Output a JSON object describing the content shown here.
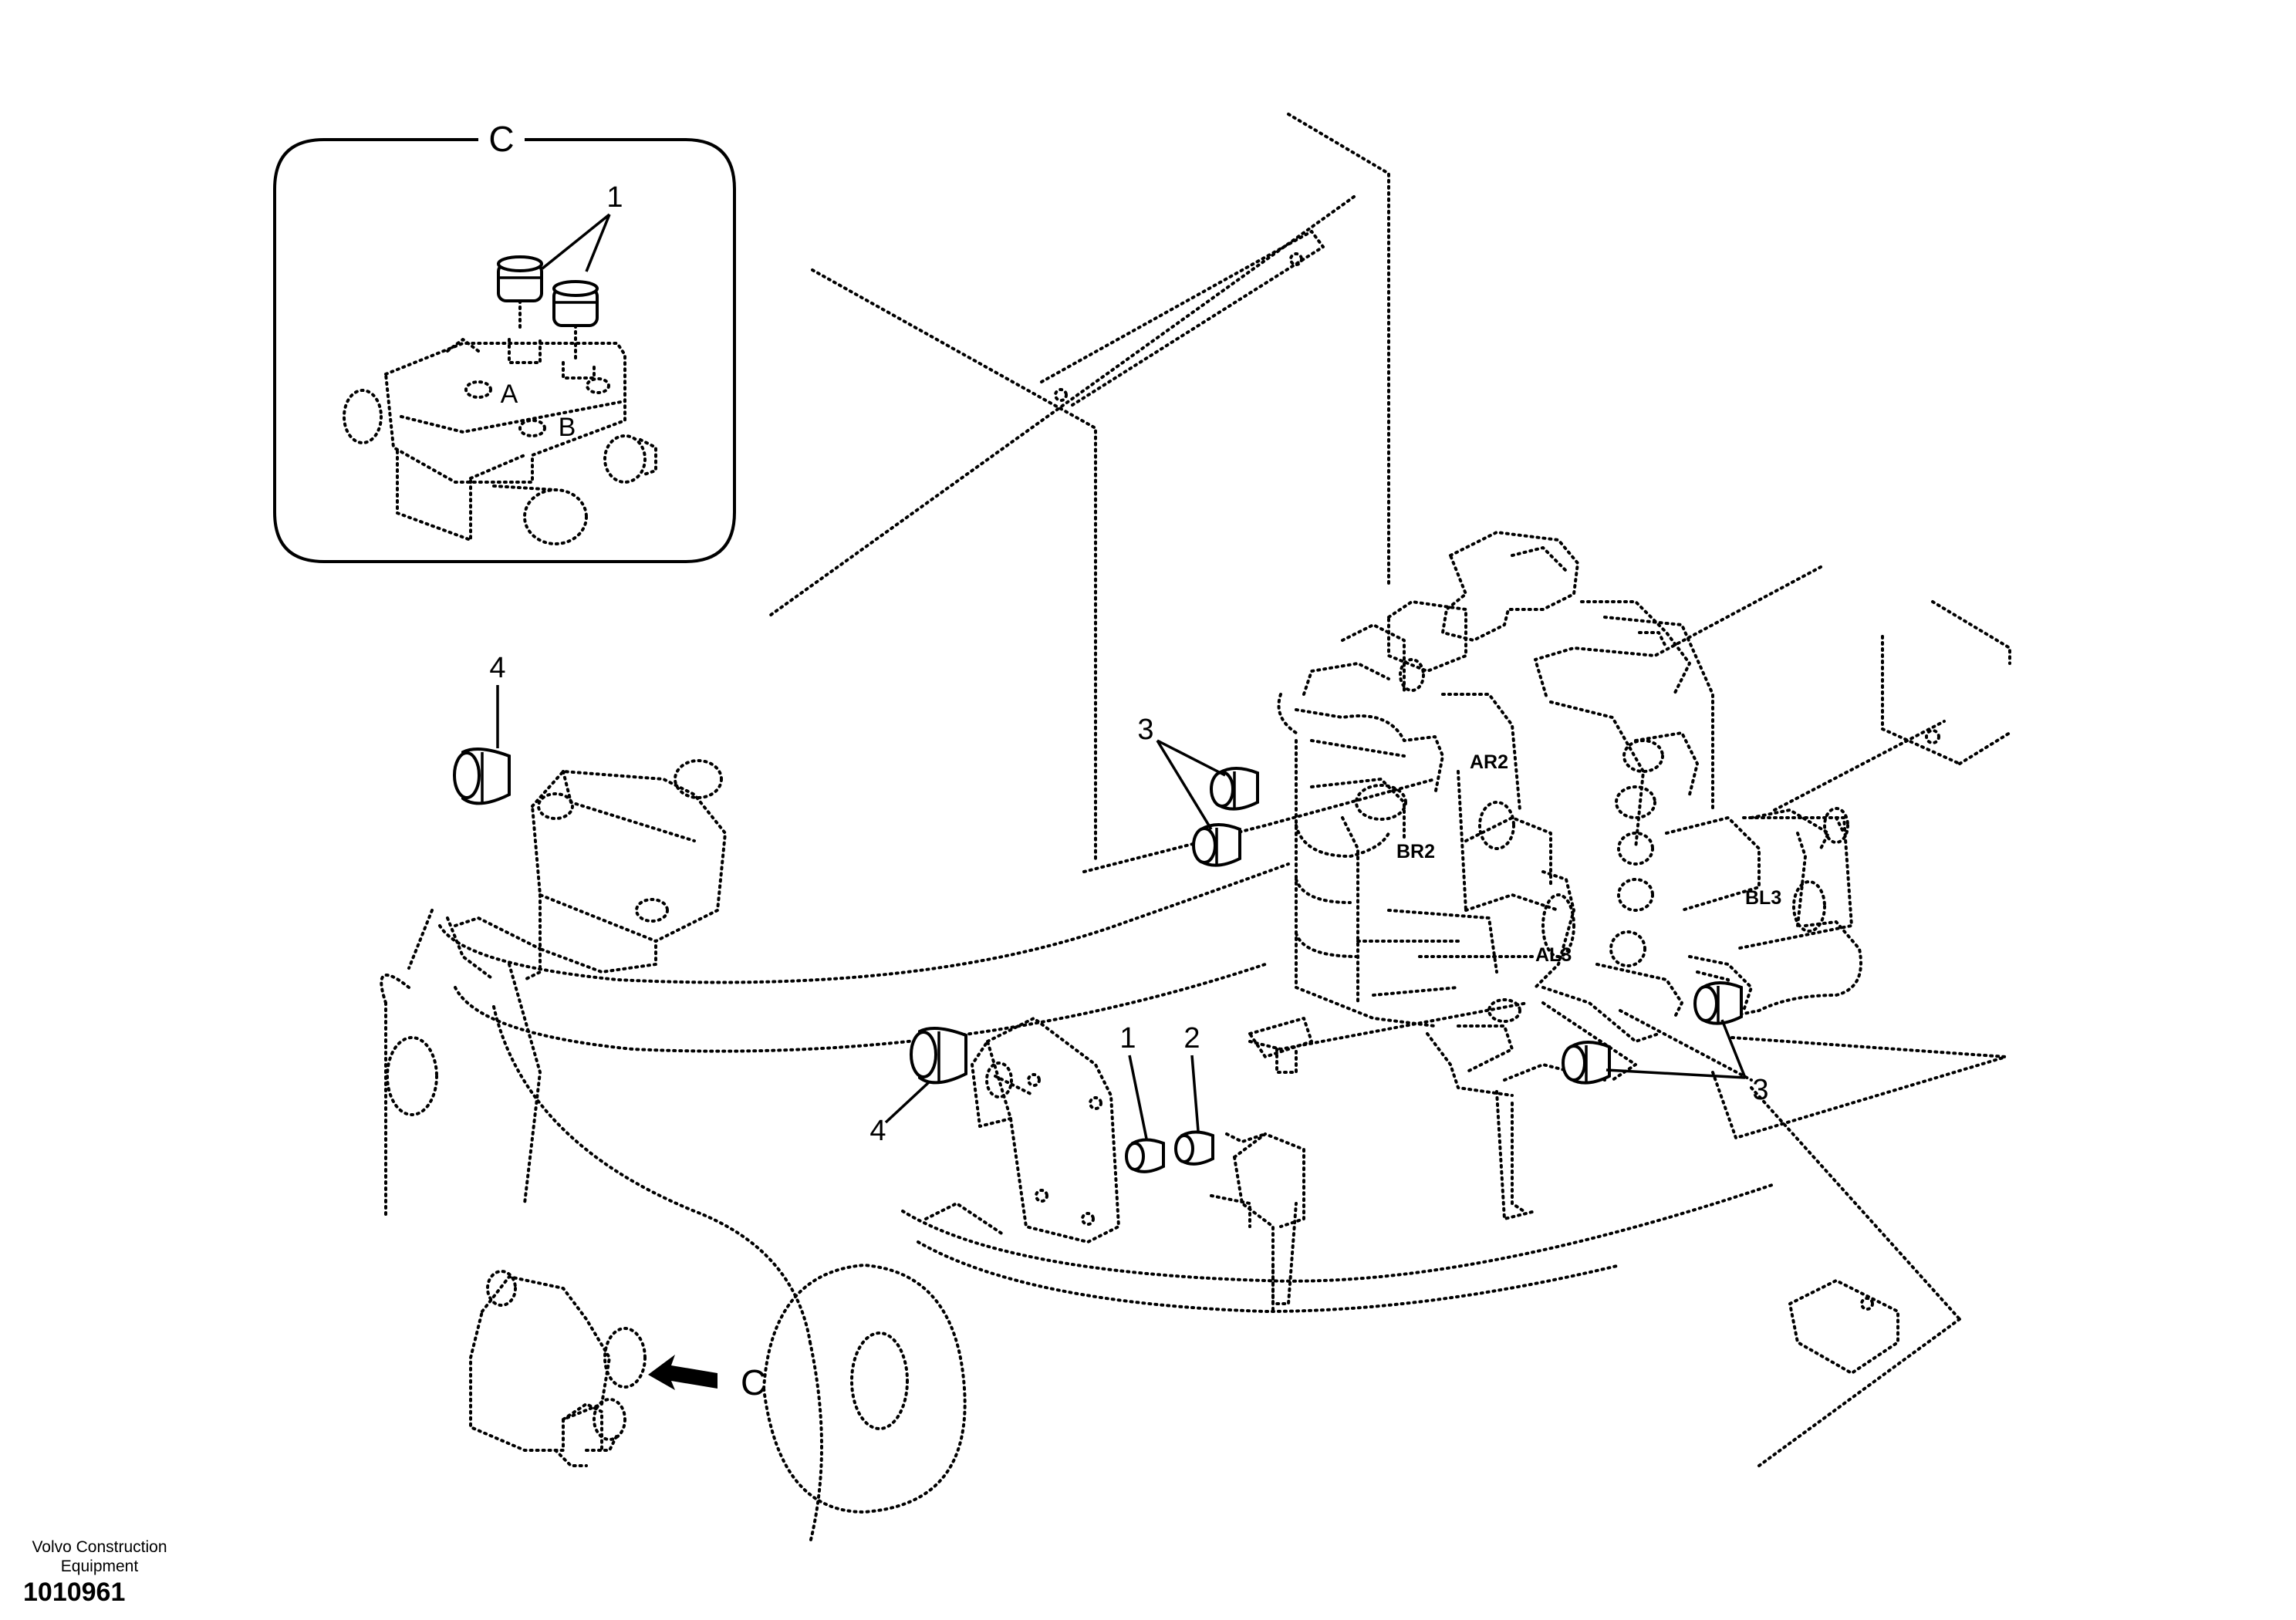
{
  "detail": {
    "frame_label": "C",
    "port_a": "A",
    "port_b": "B",
    "callout_1": "1"
  },
  "callouts": {
    "item4_top": "4",
    "item4_bottom": "4",
    "item3_left": "3",
    "item3_right": "3",
    "item1": "1",
    "item2": "2",
    "view_c": "C"
  },
  "ports": {
    "ar2": "AR2",
    "br2": "BR2",
    "bl3": "BL3",
    "al3": "AL3"
  },
  "footer": {
    "company_line1": "Volvo Construction",
    "company_line2": "Equipment",
    "drawing_number": "1010961"
  }
}
